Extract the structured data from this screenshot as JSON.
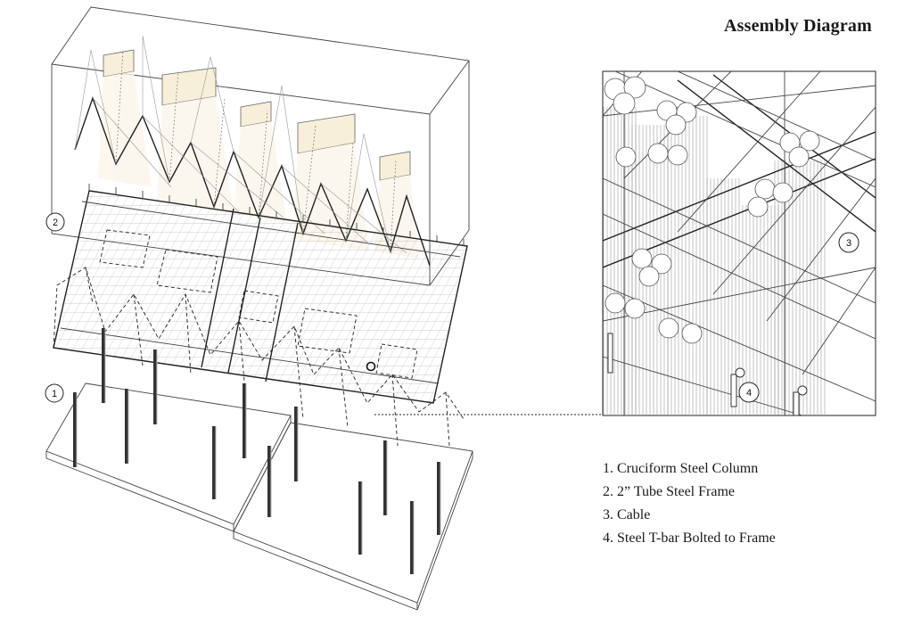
{
  "title": "Assembly Diagram",
  "legend": [
    "1. Cruciform Steel Column",
    "2. 2” Tube Steel Frame",
    "3. Cable",
    "4. Steel T-bar Bolted to Frame"
  ],
  "callouts": [
    "1",
    "2",
    "3",
    "4"
  ],
  "colors": {
    "line": "#333333",
    "glow": "#f7efd9",
    "background": "#ffffff"
  }
}
